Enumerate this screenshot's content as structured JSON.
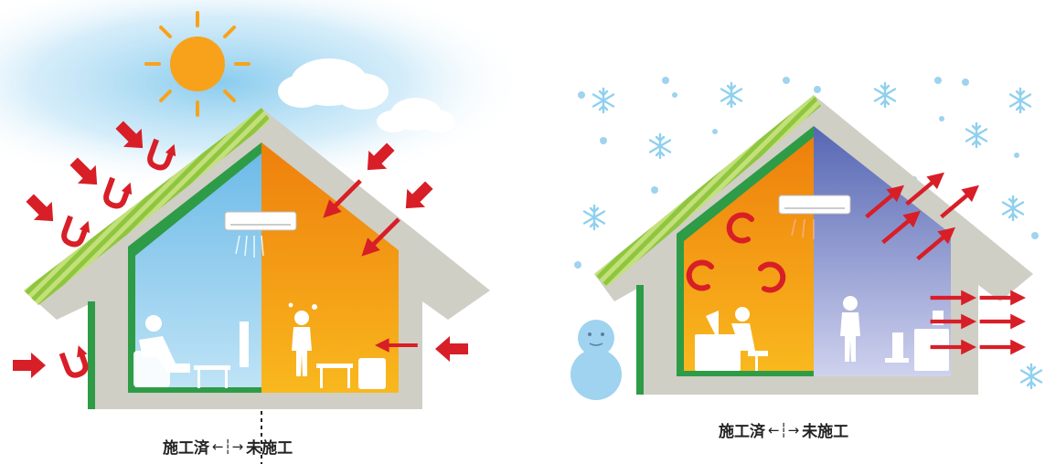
{
  "summer": {
    "caption": {
      "left": "施工済",
      "arrows": "←┆→",
      "right": "未施工"
    }
  },
  "winter": {
    "caption": {
      "left": "施工済",
      "arrows": "←┆→",
      "right": "未施工"
    }
  },
  "colors": {
    "heat_arrow": "#d81e27",
    "warm_room": "#f08a10",
    "cool_room": "#5bb2e3",
    "cold_room": "#5d6fb8",
    "wall": "#cfcfc6",
    "insulation_green": "#2e9b47",
    "roof_stripe": "#8fc63f",
    "sun": "#f8a21b",
    "snow": "#9fd3ef"
  },
  "icons": [
    "sun-icon",
    "cloud-icon",
    "snowflake-icon",
    "snowman-icon",
    "air-conditioner-icon",
    "person-icon",
    "heat-arrow-icon"
  ]
}
